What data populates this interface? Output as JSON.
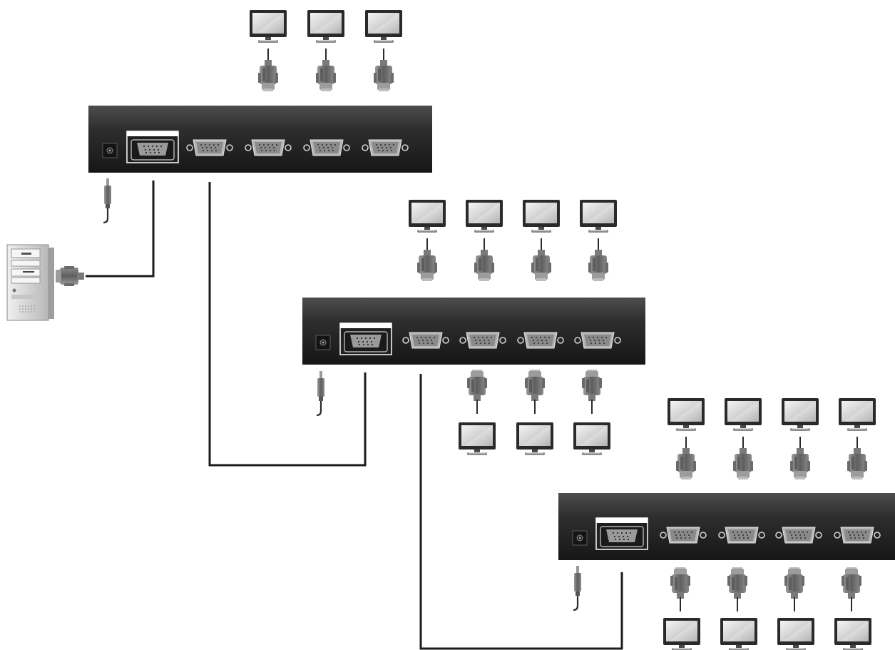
{
  "diagram": {
    "type": "vga-splitter-cascade",
    "colors": {
      "splitter_body": "#262626",
      "splitter_top": "#4a4a4a",
      "cable": "#1c1c1c",
      "connector": "#7b7b7b",
      "monitor_bezel": "#2a2a2a",
      "monitor_screen": "#e8e8e8",
      "pc_case": "#dcdcdc"
    },
    "splitters": [
      {
        "id": "splitter-1",
        "output_ports": 4,
        "cascade_from": "source-pc"
      },
      {
        "id": "splitter-2",
        "output_ports": 4,
        "cascade_from": "splitter-1"
      },
      {
        "id": "splitter-3",
        "output_ports": 4,
        "cascade_from": "splitter-2"
      }
    ],
    "monitors_count": 18,
    "icons": [
      "desktop-pc-icon",
      "monitor-icon",
      "vga-connector-icon",
      "power-adapter-icon",
      "vga-port-icon",
      "dc-jack-icon"
    ]
  }
}
